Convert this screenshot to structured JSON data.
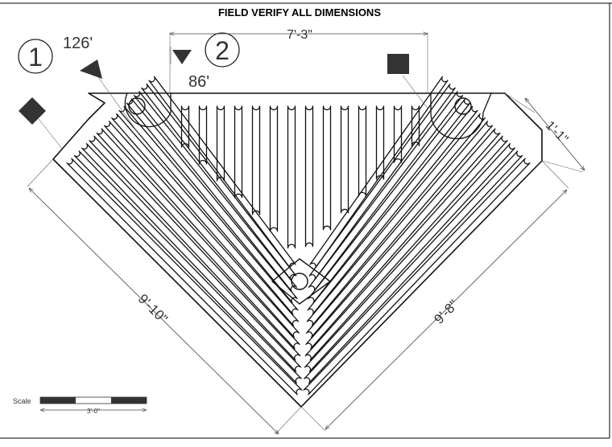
{
  "header": {
    "title": "FIELD VERIFY ALL DIMENSIONS"
  },
  "markers": [
    {
      "number": "1",
      "angle": "126'"
    },
    {
      "number": "2",
      "angle": "86'"
    }
  ],
  "dimensions": {
    "top_width": "7'-3\"",
    "right_flange": "1'-1\"",
    "left_edge": "9'-10\"",
    "right_edge": "9'-8\""
  },
  "scale": {
    "label": "Scale",
    "value": "3'-0\""
  },
  "icons": {
    "marker_1_pointer": "triangle-pointer-icon",
    "marker_2_pointer": "triangle-pointer-icon",
    "left_reference": "square-reference-icon",
    "right_reference": "square-reference-icon"
  },
  "colors": {
    "line": "#111111",
    "marker_fill": "#333333"
  }
}
